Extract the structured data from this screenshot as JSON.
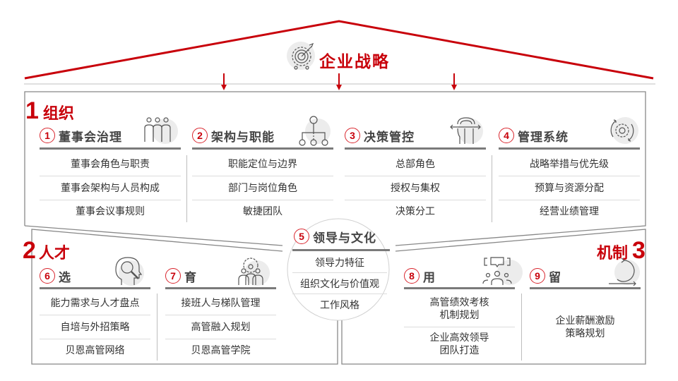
{
  "strategy": {
    "title": "企业战略",
    "icon": "target-icon"
  },
  "colors": {
    "accent": "#c8000a",
    "line": "#7a7a7a",
    "text": "#333333"
  },
  "sections": {
    "org": {
      "num": "1",
      "label": "组织"
    },
    "talent": {
      "num": "2",
      "label": "人才"
    },
    "mechanism": {
      "num": "3",
      "label": "机制"
    }
  },
  "cards": [
    {
      "num": "1",
      "title": "董事会治理",
      "icon": "people-group-icon",
      "items": [
        "董事会角色与职责",
        "董事会架构与人员构成",
        "董事会议事规则"
      ]
    },
    {
      "num": "2",
      "title": "架构与职能",
      "icon": "org-chart-icon",
      "items": [
        "职能定位与边界",
        "部门与岗位角色",
        "敏捷团队"
      ]
    },
    {
      "num": "3",
      "title": "决策管控",
      "icon": "head-gear-icon",
      "items": [
        "总部角色",
        "授权与集权",
        "决策分工"
      ]
    },
    {
      "num": "4",
      "title": "管理系统",
      "icon": "gear-cycle-icon",
      "items": [
        "战略举措与优先级",
        "预算与资源分配",
        "经营业绩管理"
      ]
    },
    {
      "num": "5",
      "title": "领导与文化",
      "icon": "",
      "items": [
        "领导力特征",
        "组织文化与价值观",
        "工作风格"
      ]
    },
    {
      "num": "6",
      "title": "选",
      "icon": "head-magnifier-icon",
      "items": [
        "能力需求与人才盘点",
        "自培与外招策略",
        "贝恩高管网络"
      ]
    },
    {
      "num": "7",
      "title": "育",
      "icon": "team-gear-icon",
      "items": [
        "接班人与梯队管理",
        "高管融入规划",
        "贝恩高管学院"
      ]
    },
    {
      "num": "8",
      "title": "用",
      "icon": "team-chat-icon",
      "items": [
        "高管绩效考核\n机制规划",
        "企业高效领导\n团队打造"
      ]
    },
    {
      "num": "9",
      "title": "留",
      "icon": "cycle-arrow-icon",
      "items": [
        "企业薪酬激励\n策略规划"
      ]
    }
  ]
}
